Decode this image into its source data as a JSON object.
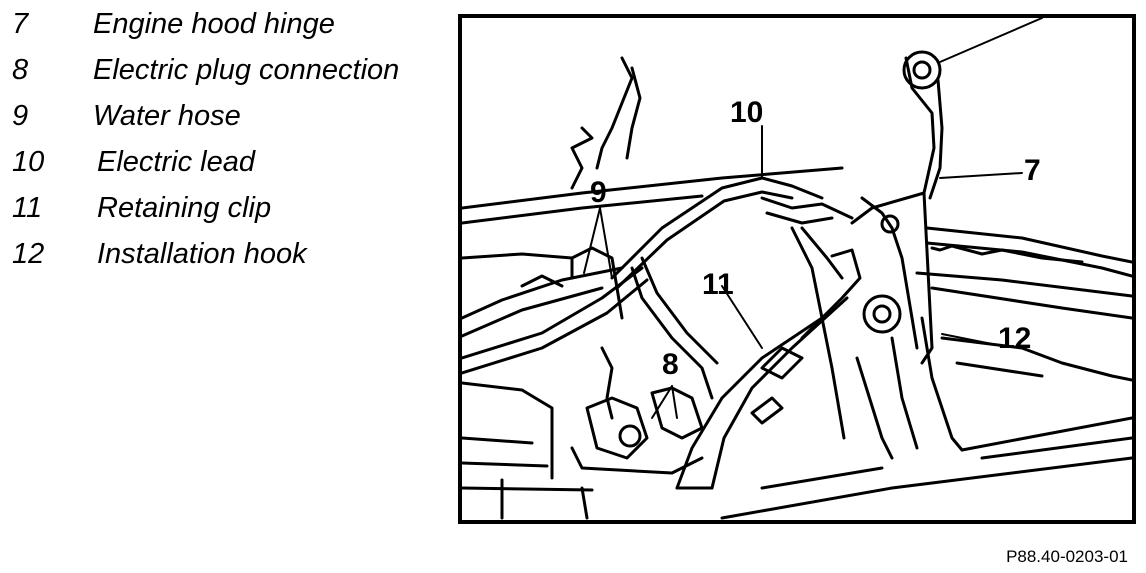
{
  "legend": [
    {
      "num": "7",
      "label": "Engine hood hinge"
    },
    {
      "num": "8",
      "label": "Electric plug connection"
    },
    {
      "num": "9",
      "label": "Water hose"
    },
    {
      "num": "10",
      "label": "Electric lead"
    },
    {
      "num": "11",
      "label": "Retaining clip"
    },
    {
      "num": "12",
      "label": "Installation hook"
    }
  ],
  "callouts": {
    "c7": "7",
    "c8": "8",
    "c9": "9",
    "c10": "10",
    "c11": "11",
    "c12": "12"
  },
  "figure_code": "P88.40-0203-01"
}
